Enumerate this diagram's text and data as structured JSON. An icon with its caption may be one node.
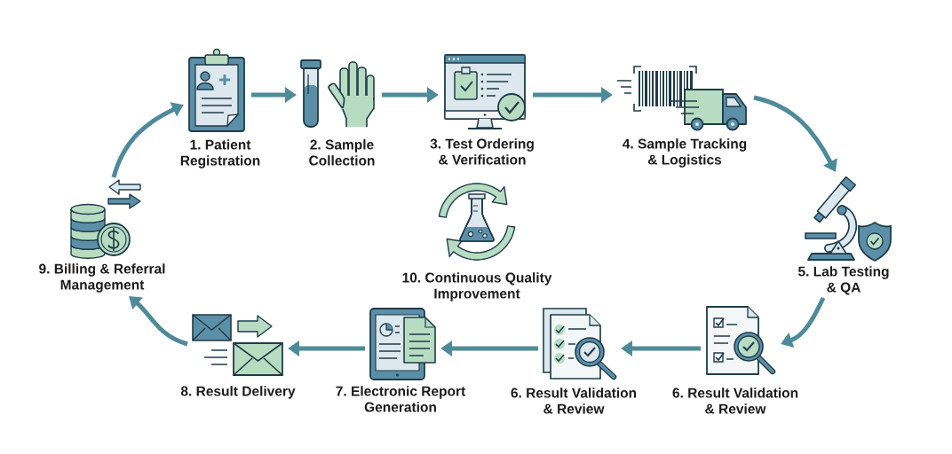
{
  "diagram": {
    "nodes": [
      {
        "text": [
          "1. Patient Registration"
        ]
      },
      {
        "text": [
          "2. Sample Collection"
        ]
      },
      {
        "text": [
          "3. Test Ordering & Verification"
        ]
      },
      {
        "text": [
          "4. Sample Tracking & Logistics"
        ]
      },
      {
        "text": [
          "9. Billing & Referral Management"
        ]
      },
      {
        "text": [
          "10. Continuous Quality Improvement"
        ]
      },
      {
        "text": [
          "5. Lab Testing & QA"
        ]
      },
      {
        "text": [
          "8. Result Delivery"
        ]
      },
      {
        "text": [
          "7. Electronic Report Generation"
        ]
      },
      {
        "text": [
          "6. Result Validation & Review"
        ]
      },
      {
        "text": [
          "6. Result Validation & Review"
        ]
      }
    ],
    "edges": [
      {
        "from": 0,
        "to": 1,
        "arrow": "to"
      },
      {
        "from": 1,
        "to": 2,
        "arrow": "to"
      },
      {
        "from": 2,
        "to": 3,
        "arrow": "to"
      },
      {
        "from": 3,
        "to": 6,
        "arrow": "to"
      },
      {
        "from": 6,
        "to": 10,
        "arrow": "to"
      },
      {
        "from": 10,
        "to": 9,
        "arrow": "to"
      },
      {
        "from": 9,
        "to": 8,
        "arrow": "to"
      },
      {
        "from": 8,
        "to": 7,
        "arrow": "to"
      },
      {
        "from": 7,
        "to": 4,
        "arrow": "to"
      },
      {
        "from": 4,
        "to": 0,
        "arrow": "to"
      }
    ]
  }
}
